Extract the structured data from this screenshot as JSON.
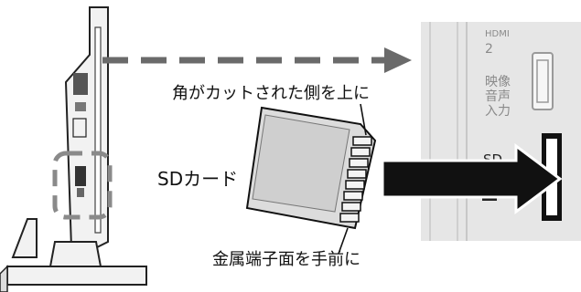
{
  "labels": {
    "corner_callout": "角がカットされた側を上に",
    "card_name": "SDカード",
    "contacts_callout": "金属端子面を手前に"
  },
  "panel": {
    "hdmi_logo": "HDMI",
    "hdmi_number": "2",
    "video_line1": "映像",
    "video_line2": "音声",
    "video_line3": "入力",
    "sd_slot_label": "SD"
  },
  "colors": {
    "arrow_gray": "#6a6a6a",
    "panel_gray": "#e6e6e6",
    "card_fill": "#dcdcdc",
    "black_arrow": "#111111"
  },
  "icons": [
    "tv-side-illustration",
    "dashed-arrow",
    "sd-card",
    "insert-arrow",
    "hdmi-port-icon",
    "play-triangle-icon",
    "sd-slot"
  ]
}
